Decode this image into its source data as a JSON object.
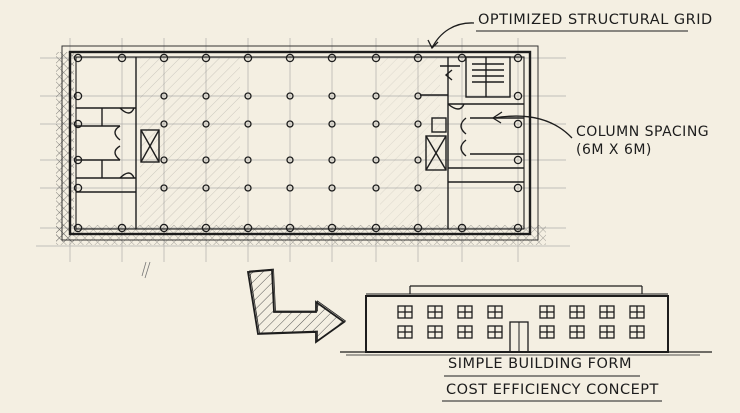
{
  "annotations": {
    "grid_label": "OPTIMIZED STRUCTURAL GRID",
    "column_label_line1": "COLUMN SPACING",
    "column_label_line2": "(6M X 6M)",
    "caption_line1": "SIMPLE BUILDING FORM",
    "caption_line2": "COST EFFICIENCY CONCEPT"
  },
  "colors": {
    "paper": "#f4efe2",
    "ink": "#1d1d1d",
    "pencil": "#8c8c8c",
    "hatch": "#555555"
  },
  "icons": {
    "arrow": "elbow-arrow-icon"
  }
}
